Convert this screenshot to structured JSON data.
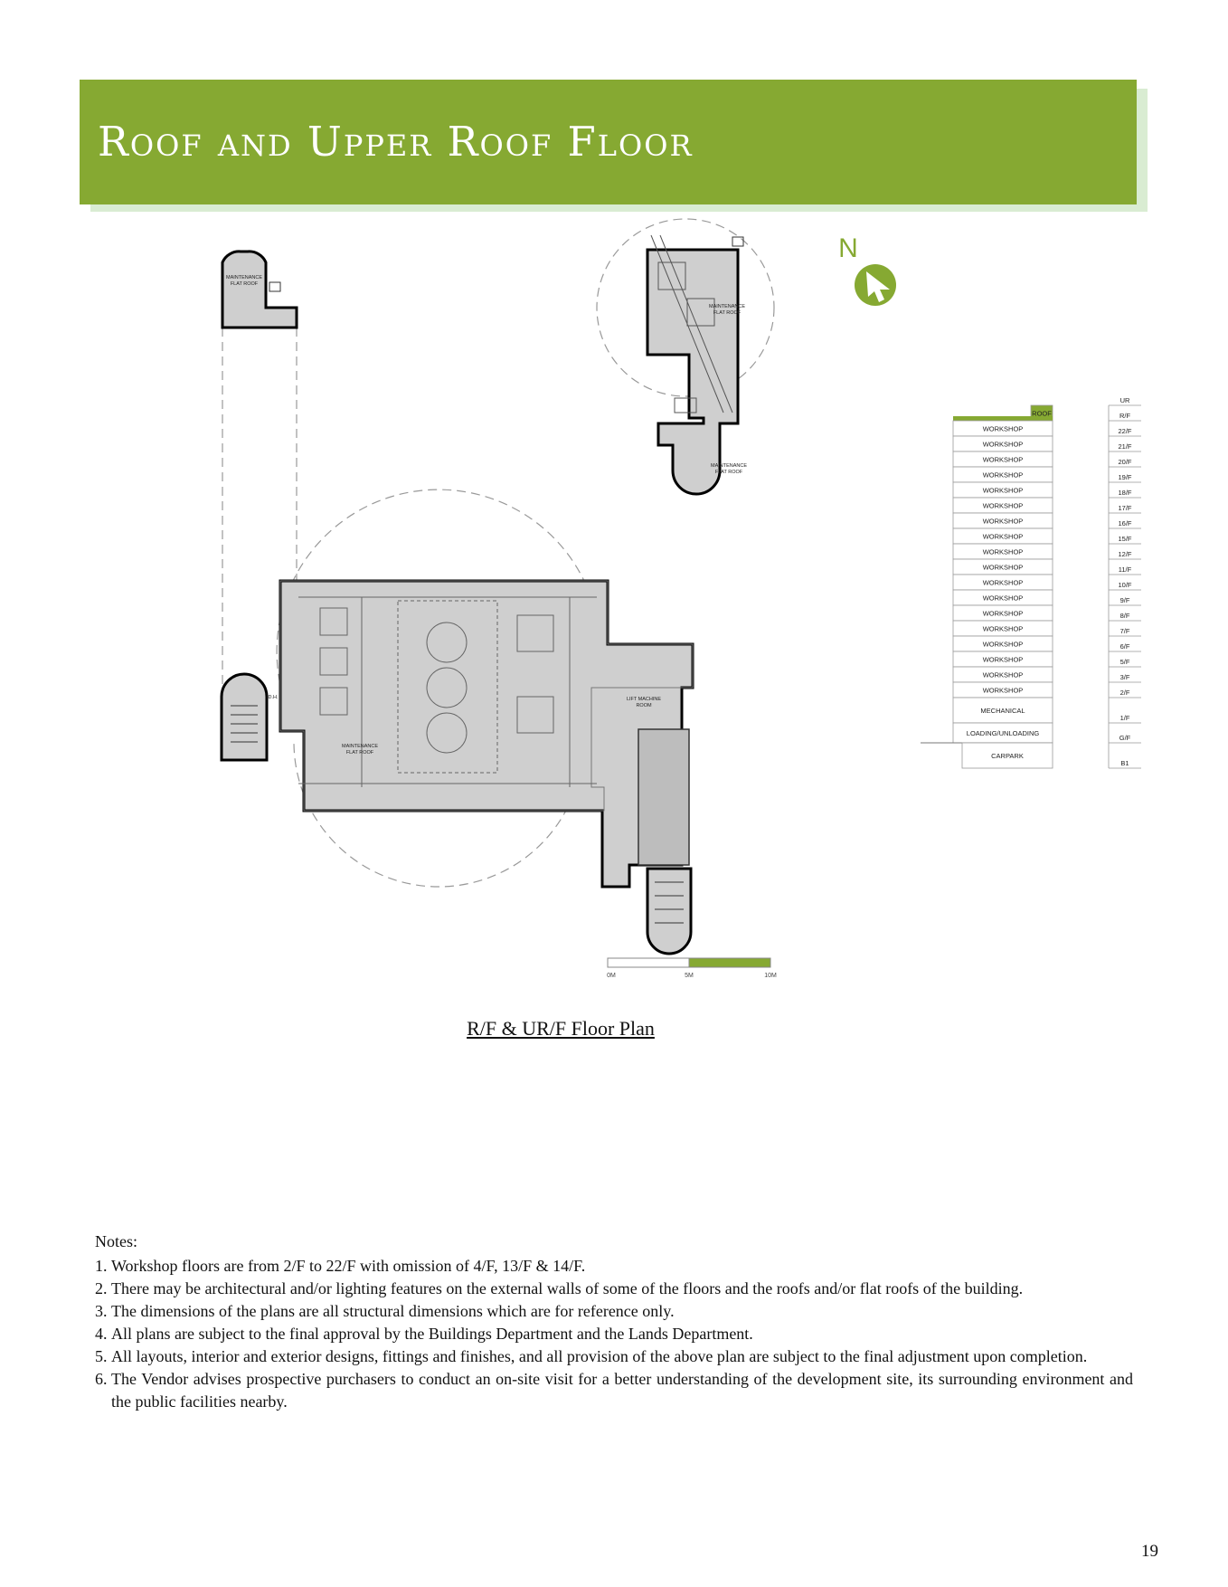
{
  "header": {
    "title": "Roof and Upper Roof Floor"
  },
  "plan": {
    "compass_label": "N",
    "room_labels": {
      "maint_a_1": "MAINTENANCE",
      "maint_a_2": "FLAT ROOF",
      "maint_b_1": "MAINTENANCE",
      "maint_b_2": "FLAT ROOF",
      "maint_c_1": "MAINTENANCE",
      "maint_c_2": "FLAT ROOF",
      "maint_d_1": "MAINTENANCE",
      "maint_d_2": "FLAT ROOF",
      "lift_1": "LIFT MACHINE",
      "lift_2": "ROOM",
      "dh": "D.H."
    },
    "scale_bar": {
      "labels": [
        "0M",
        "5M",
        "10M"
      ]
    }
  },
  "key_plan": {
    "rows": [
      {
        "use": "",
        "floor": "UR"
      },
      {
        "use": "ROOF",
        "floor": "R/F"
      },
      {
        "use": "WORKSHOP",
        "floor": "22/F"
      },
      {
        "use": "WORKSHOP",
        "floor": "21/F"
      },
      {
        "use": "WORKSHOP",
        "floor": "20/F"
      },
      {
        "use": "WORKSHOP",
        "floor": "19/F"
      },
      {
        "use": "WORKSHOP",
        "floor": "18/F"
      },
      {
        "use": "WORKSHOP",
        "floor": "17/F"
      },
      {
        "use": "WORKSHOP",
        "floor": "16/F"
      },
      {
        "use": "WORKSHOP",
        "floor": "15/F"
      },
      {
        "use": "WORKSHOP",
        "floor": "12/F"
      },
      {
        "use": "WORKSHOP",
        "floor": "11/F"
      },
      {
        "use": "WORKSHOP",
        "floor": "10/F"
      },
      {
        "use": "WORKSHOP",
        "floor": "9/F"
      },
      {
        "use": "WORKSHOP",
        "floor": "8/F"
      },
      {
        "use": "WORKSHOP",
        "floor": "7/F"
      },
      {
        "use": "WORKSHOP",
        "floor": "6/F"
      },
      {
        "use": "WORKSHOP",
        "floor": "5/F"
      },
      {
        "use": "WORKSHOP",
        "floor": "3/F"
      },
      {
        "use": "WORKSHOP",
        "floor": "2/F"
      },
      {
        "use": "MECHANICAL",
        "floor": "1/F"
      },
      {
        "use": "LOADING/UNLOADING",
        "floor": "G/F"
      },
      {
        "use": "CARPARK",
        "floor": "B1"
      }
    ],
    "highlight_color": "#86a932"
  },
  "caption": "R/F & UR/F Floor Plan",
  "notes": {
    "title": "Notes:",
    "items": [
      {
        "num": "1.",
        "text": "Workshop floors are from 2/F to 22/F with omission of 4/F, 13/F & 14/F."
      },
      {
        "num": "2.",
        "text": "There may be architectural and/or lighting features on the external walls of some of the floors and the roofs and/or flat roofs of the building."
      },
      {
        "num": "3.",
        "text": "The dimensions of the plans are all structural dimensions which are for reference only."
      },
      {
        "num": "4.",
        "text": "All plans are subject to the final approval by the Buildings Department and the Lands Department."
      },
      {
        "num": "5.",
        "text": "All layouts, interior and exterior designs, fittings and finishes, and all provision of the above plan are subject to the final adjustment upon completion."
      },
      {
        "num": "6.",
        "text": "The Vendor advises prospective purchasers to conduct an on-site visit for a better understanding of the development site, its surrounding environment and the public facilities nearby."
      }
    ]
  },
  "page_number": "19",
  "colors": {
    "accent": "#86a932",
    "accent_shadow": "#d9ecd2",
    "roof_fill": "#cfcfcf"
  }
}
